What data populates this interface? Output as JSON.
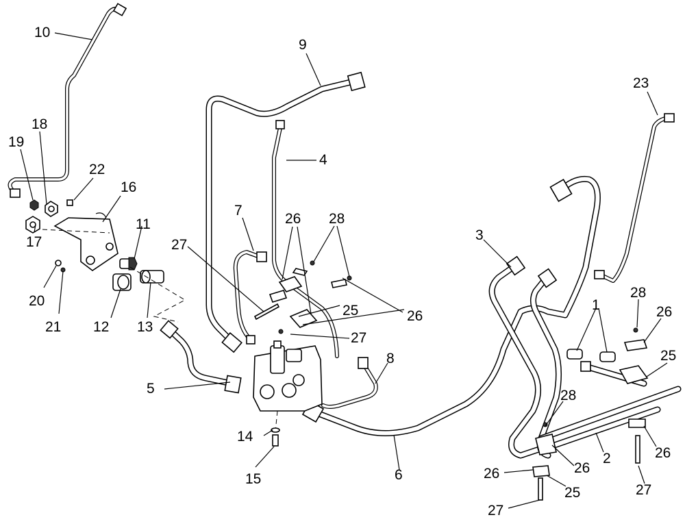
{
  "callouts": [
    {
      "id": "c10",
      "label": "10"
    },
    {
      "id": "c9",
      "label": "9"
    },
    {
      "id": "c23",
      "label": "23"
    },
    {
      "id": "c18",
      "label": "18"
    },
    {
      "id": "c19",
      "label": "19"
    },
    {
      "id": "c22",
      "label": "22"
    },
    {
      "id": "c16",
      "label": "16"
    },
    {
      "id": "c4",
      "label": "4"
    },
    {
      "id": "c7",
      "label": "7"
    },
    {
      "id": "c26a",
      "label": "26"
    },
    {
      "id": "c28a",
      "label": "28"
    },
    {
      "id": "c11",
      "label": "11"
    },
    {
      "id": "c17",
      "label": "17"
    },
    {
      "id": "c3",
      "label": "3"
    },
    {
      "id": "c27a",
      "label": "27"
    },
    {
      "id": "c20",
      "label": "20"
    },
    {
      "id": "c21",
      "label": "21"
    },
    {
      "id": "c12",
      "label": "12"
    },
    {
      "id": "c13",
      "label": "13"
    },
    {
      "id": "c1",
      "label": "1"
    },
    {
      "id": "c28b",
      "label": "28"
    },
    {
      "id": "c26b",
      "label": "26"
    },
    {
      "id": "c25a",
      "label": "25"
    },
    {
      "id": "c26c",
      "label": "26"
    },
    {
      "id": "c27b",
      "label": "27"
    },
    {
      "id": "c25b",
      "label": "25"
    },
    {
      "id": "c8",
      "label": "8"
    },
    {
      "id": "c5",
      "label": "5"
    },
    {
      "id": "c28c",
      "label": "28"
    },
    {
      "id": "c14",
      "label": "14"
    },
    {
      "id": "c2",
      "label": "2"
    },
    {
      "id": "c26d",
      "label": "26"
    },
    {
      "id": "c26e",
      "label": "26"
    },
    {
      "id": "c6",
      "label": "6"
    },
    {
      "id": "c15",
      "label": "15"
    },
    {
      "id": "c26f",
      "label": "26"
    },
    {
      "id": "c25c",
      "label": "25"
    },
    {
      "id": "c27c",
      "label": "27"
    },
    {
      "id": "c27d",
      "label": "27"
    }
  ]
}
